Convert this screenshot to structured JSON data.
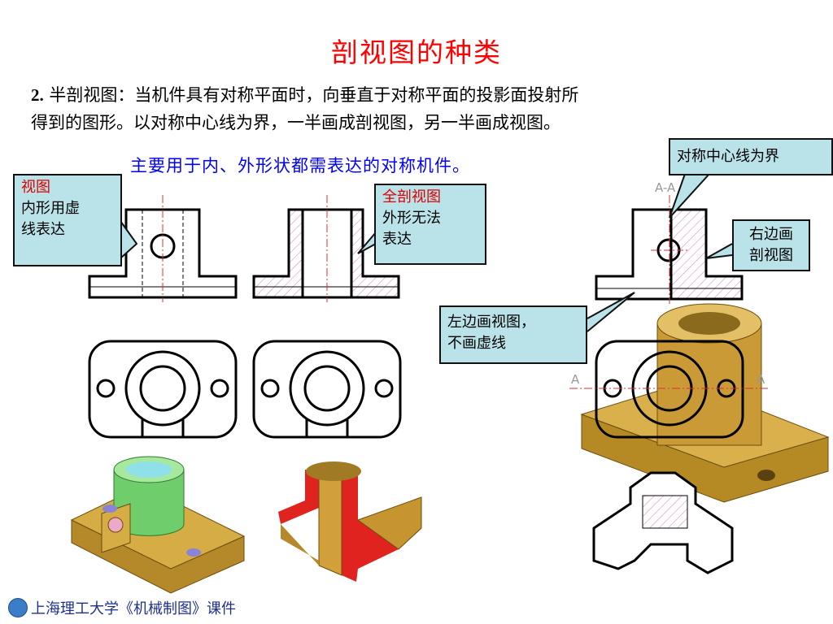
{
  "slide": {
    "title": "剖视图的种类",
    "desc_num": "2.",
    "desc_line1": " 半剖视图：当机件具有对称平面时，向垂直于对称平面的投影面投射所",
    "desc_line2": "得到的图形。以对称中心线为界，一半画成剖视图，另一半画成视图。",
    "usage": "主要用于内、外形状都需表达的对称机件。"
  },
  "callouts": {
    "view_title": "视图",
    "view_l1": "内形用虚",
    "view_l2": "线表达",
    "full_title": "全剖视图",
    "full_l1": "外形无法",
    "full_l2": "表达",
    "center_line": "对称中心线为界",
    "right_l1": "右边画",
    "right_l2": "剖视图",
    "left_l1": "左边画视图，",
    "left_l2": "不画虚线"
  },
  "labels": {
    "section_a_a": "A-A",
    "cut_a_left": "A",
    "cut_a_right": "A"
  },
  "footer": {
    "text": "上海理工大学《机械制图》课件"
  },
  "colors": {
    "title": "#ff0000",
    "usage": "#0000ff",
    "callout_bg": "#b9e3e8",
    "part_gold": "#d4a73a",
    "part_green": "#7fd37a",
    "part_cyan": "#8fe0e8",
    "section_red": "#e0231f"
  }
}
